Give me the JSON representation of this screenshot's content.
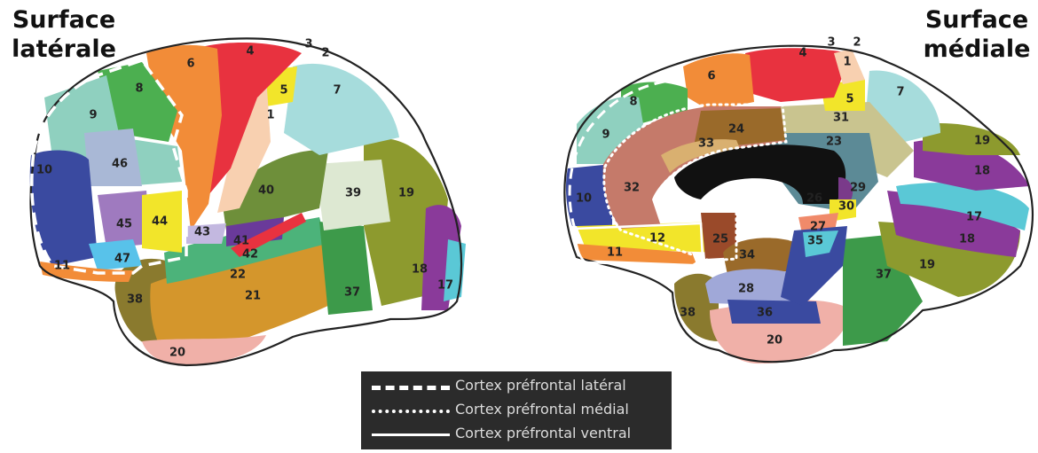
{
  "titles": {
    "lateral_line1": "Surface",
    "lateral_line2": "latérale",
    "medial_line1": "Surface",
    "medial_line2": "médiale"
  },
  "lateral_areas": [
    "1",
    "3",
    "2",
    "4",
    "5",
    "6",
    "7",
    "8",
    "9",
    "10",
    "11",
    "17",
    "18",
    "19",
    "20",
    "21",
    "22",
    "37",
    "38",
    "39",
    "40",
    "41",
    "42",
    "43",
    "44",
    "45",
    "46",
    "47"
  ],
  "medial_areas": [
    "1",
    "2",
    "3",
    "4",
    "5",
    "6",
    "7",
    "8",
    "9",
    "10",
    "11",
    "12",
    "17",
    "18",
    "19",
    "20",
    "23",
    "24",
    "25",
    "26",
    "27",
    "28",
    "29",
    "30",
    "31",
    "32",
    "33",
    "34",
    "35",
    "36",
    "37",
    "38"
  ],
  "legend": {
    "lateral": "Cortex préfrontal latéral",
    "medial": "Cortex préfrontal médial",
    "ventral": "Cortex préfrontal ventral"
  },
  "colors": {
    "orange": "#f28c38",
    "red": "#e8323f",
    "teal_light": "#a6dcdc",
    "green": "#4caf50",
    "mint": "#8fd0bf",
    "navy": "#3a4aa0",
    "olive": "#8a8a2e",
    "purple": "#8a3a9a",
    "gold": "#d4962c",
    "pink": "#f0b0a8",
    "yellow": "#f2e52a",
    "brown": "#9a6a2a",
    "rose_brown": "#c57a6a",
    "legend_bg": "#2b2b2b"
  }
}
